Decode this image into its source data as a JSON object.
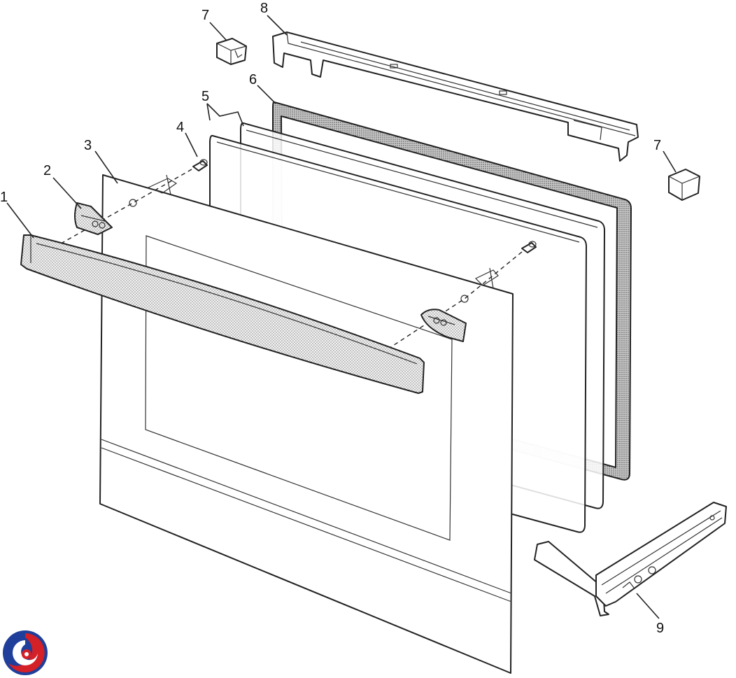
{
  "labels": [
    {
      "id": "1",
      "text": "1"
    },
    {
      "id": "2",
      "text": "2"
    },
    {
      "id": "3",
      "text": "3"
    },
    {
      "id": "4",
      "text": "4"
    },
    {
      "id": "5",
      "text": "5"
    },
    {
      "id": "6",
      "text": "6"
    },
    {
      "id": "7a",
      "text": "7"
    },
    {
      "id": "7b",
      "text": "7"
    },
    {
      "id": "8",
      "text": "8"
    },
    {
      "id": "9",
      "text": "9"
    }
  ],
  "colors": {
    "line": "#222222",
    "glass_fill": "#ffffff",
    "seal_fill": "#a9a9a9",
    "stipple": "#9a9a9a",
    "logo_blue": "#1f3f9a",
    "logo_red": "#d42027"
  },
  "icons": {
    "logo": "swirl-logo-icon"
  }
}
